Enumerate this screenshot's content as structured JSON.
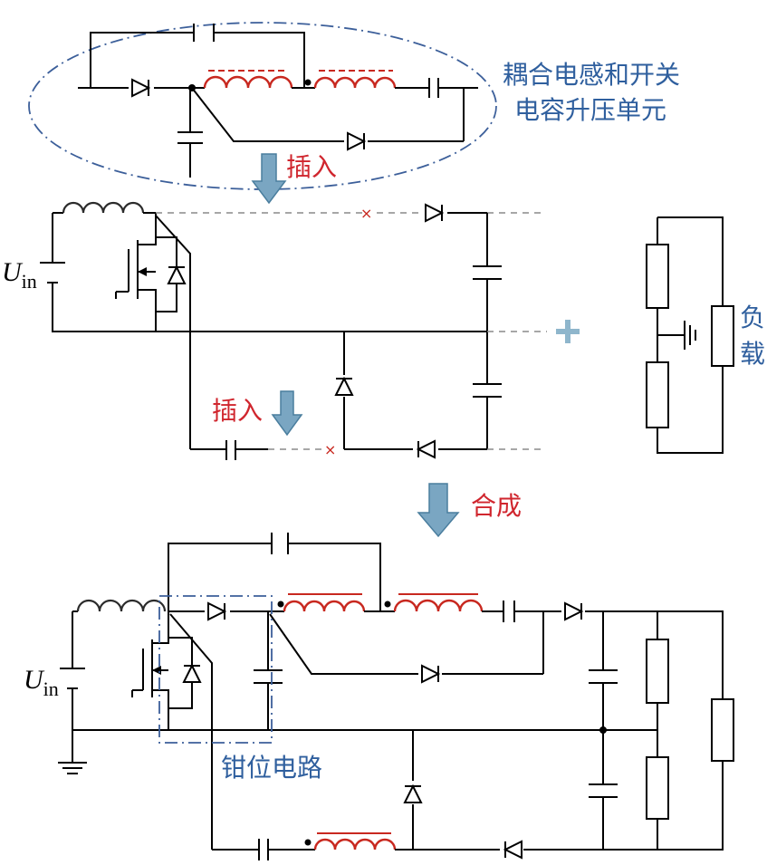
{
  "labels": {
    "unit_line1": "耦合电感和开关",
    "unit_line2": "电容升压单元",
    "insert_top": "插入",
    "insert_bottom": "插入",
    "load_line1": "负",
    "load_line2": "载",
    "synthesize": "合成",
    "clamp": "钳位电路",
    "uin_main": "U",
    "uin_sub": "in"
  },
  "colors": {
    "label_blue": "#2f5f9e",
    "label_red": "#d0262e",
    "arrow_fill": "#7aa6c2",
    "coupled_inductor": "#c8281f",
    "plus_sign": "#8fb6cc"
  }
}
